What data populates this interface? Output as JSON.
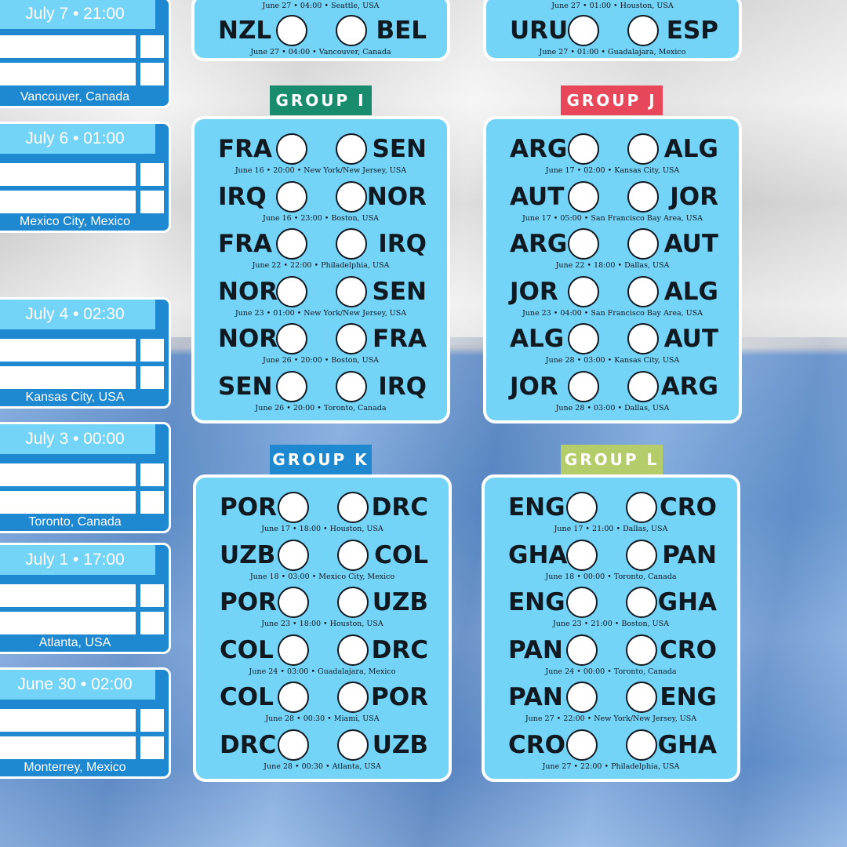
{
  "knockout": [
    {
      "time": "July 7 • 21:00",
      "venue": "Vancouver, Canada"
    },
    {
      "time": "July 6 • 01:00",
      "venue": "Mexico City, Mexico"
    },
    {
      "time": "July 4 • 02:30",
      "venue": "Kansas City, USA"
    },
    {
      "time": "July 3 • 00:00",
      "venue": "Toronto, Canada"
    },
    {
      "time": "July 1 • 17:00",
      "venue": "Atlanta, USA"
    },
    {
      "time": "June 30 • 02:00",
      "venue": "Monterrey, Mexico"
    }
  ],
  "top_left": {
    "prev_info": "June 27 • 04:00 • Seattle, USA",
    "home": "NZL",
    "away": "BEL",
    "info": "June 27 • 04:00 • Vancouver, Canada"
  },
  "top_right": {
    "prev_info": "June 27 • 01:00 • Houston, USA",
    "home": "URU",
    "away": "ESP",
    "info": "June 27 • 01:00 • Guadalajara, Mexico"
  },
  "groups": [
    {
      "name": "GROUP  I",
      "color": "#1a8c6e",
      "matches": [
        {
          "home": "FRA",
          "away": "SEN",
          "info": "June 16 • 20:00 • New York/New Jersey, USA"
        },
        {
          "home": "IRQ",
          "away": "NOR",
          "info": "June 16 • 23:00 • Boston, USA"
        },
        {
          "home": "FRA",
          "away": "IRQ",
          "info": "June 22 • 22:00 • Philadelphia, USA"
        },
        {
          "home": "NOR",
          "away": "SEN",
          "info": "June 23 • 01:00 • New York/New Jersey, USA"
        },
        {
          "home": "NOR",
          "away": "FRA",
          "info": "June 26 • 20:00 • Boston, USA"
        },
        {
          "home": "SEN",
          "away": "IRQ",
          "info": "June 26 • 20:00 • Toronto, Canada"
        }
      ]
    },
    {
      "name": "GROUP  J",
      "color": "#e8475a",
      "matches": [
        {
          "home": "ARG",
          "away": "ALG",
          "info": "June 17 • 02:00 • Kansas City, USA"
        },
        {
          "home": "AUT",
          "away": "JOR",
          "info": "June 17 • 05:00 • San Francisco Bay Area, USA"
        },
        {
          "home": "ARG",
          "away": "AUT",
          "info": "June 22 • 18:00 • Dallas, USA"
        },
        {
          "home": "JOR",
          "away": "ALG",
          "info": "June 23 • 04:00 • San Francisco Bay Area, USA"
        },
        {
          "home": "ALG",
          "away": "AUT",
          "info": "June 28 • 03:00 • Kansas City, USA"
        },
        {
          "home": "JOR",
          "away": "ARG",
          "info": "June 28 • 03:00 • Dallas, USA"
        }
      ]
    },
    {
      "name": "GROUP  K",
      "color": "#1e88d0",
      "matches": [
        {
          "home": "POR",
          "away": "DRC",
          "info": "June 17 • 18:00 • Houston, USA"
        },
        {
          "home": "UZB",
          "away": "COL",
          "info": "June 18 • 03:00 • Mexico City, Mexico"
        },
        {
          "home": "POR",
          "away": "UZB",
          "info": "June 23 • 18:00 • Houston, USA"
        },
        {
          "home": "COL",
          "away": "DRC",
          "info": "June 24 • 03:00 • Guadalajara, Mexico"
        },
        {
          "home": "COL",
          "away": "POR",
          "info": "June 28 • 00:30 • Miami, USA"
        },
        {
          "home": "DRC",
          "away": "UZB",
          "info": "June 28 • 00:30 • Atlanta, USA"
        }
      ]
    },
    {
      "name": "GROUP  L",
      "color": "#b5cc6a",
      "matches": [
        {
          "home": "ENG",
          "away": "CRO",
          "info": "June 17 • 21:00 • Dallas, USA"
        },
        {
          "home": "GHA",
          "away": "PAN",
          "info": "June 18 • 00:00 • Toronto, Canada"
        },
        {
          "home": "ENG",
          "away": "GHA",
          "info": "June 23 • 21:00 • Boston, USA"
        },
        {
          "home": "PAN",
          "away": "CRO",
          "info": "June 24 • 00:00 • Toronto, Canada"
        },
        {
          "home": "PAN",
          "away": "ENG",
          "info": "June 27 • 22:00 • New York/New Jersey, USA"
        },
        {
          "home": "CRO",
          "away": "GHA",
          "info": "June 27 • 22:00 • Philadelphia, USA"
        }
      ]
    }
  ]
}
